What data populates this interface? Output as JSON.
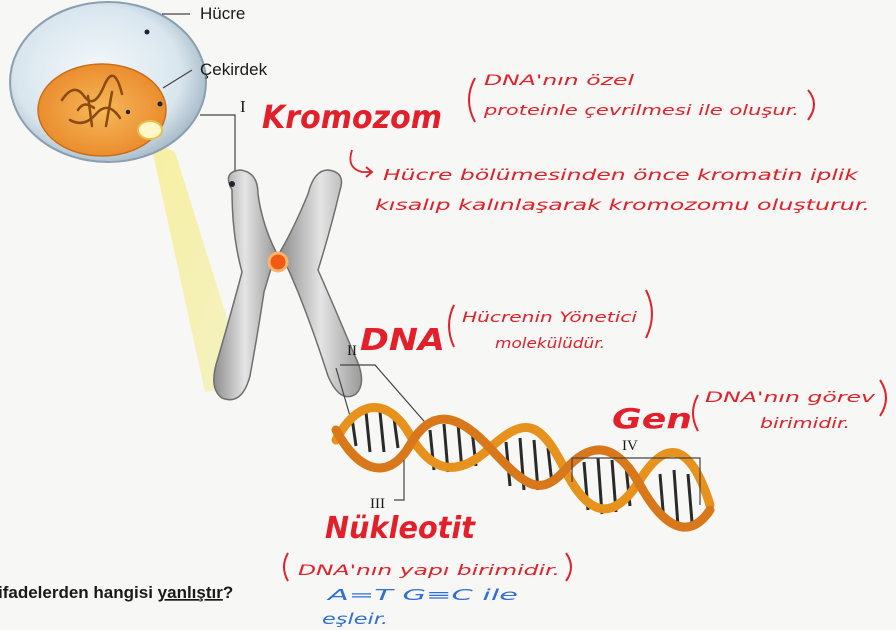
{
  "labels": {
    "cell": "Hücre",
    "nucleus": "Çekirdek",
    "roman_1": "I",
    "roman_2": "II",
    "roman_3": "III",
    "roman_4": "IV"
  },
  "annotations": {
    "chromosome_title": "Kromozom",
    "chromosome_note_line1": "DNA'nın özel",
    "chromosome_note_line2": "proteinle çevrilmesi ile oluşur.",
    "chromatin_line1": "Hücre bölümesinden önce kromatin iplik",
    "chromatin_line2": "kısalıp kalınlaşarak kromozomu oluşturur.",
    "dna_title": "DNA",
    "dna_note_line1": "Hücrenin Yönetici",
    "dna_note_line2": "molekülüdür.",
    "gene_title": "Gen",
    "gene_note_line1": "DNA'nın görev",
    "gene_note_line2": "birimidir.",
    "nucleotide_title": "Nükleotit",
    "nucleotide_note": "DNA'nın yapı birimidir.",
    "pairing_line1": "A=T   G≡C  ile",
    "pairing_line2": "eşleir."
  },
  "question": {
    "prefix": "ifadelerden hangisi ",
    "emphasis": "yanlıştır",
    "suffix": "?"
  },
  "colors": {
    "handwriting_red": "#e3202a",
    "handwriting_blue": "#2f6fd6",
    "dna_orange": "#e8921e",
    "nucleus_orange": "#f2a33c",
    "highlight_yellow": "#f3ec8c"
  }
}
